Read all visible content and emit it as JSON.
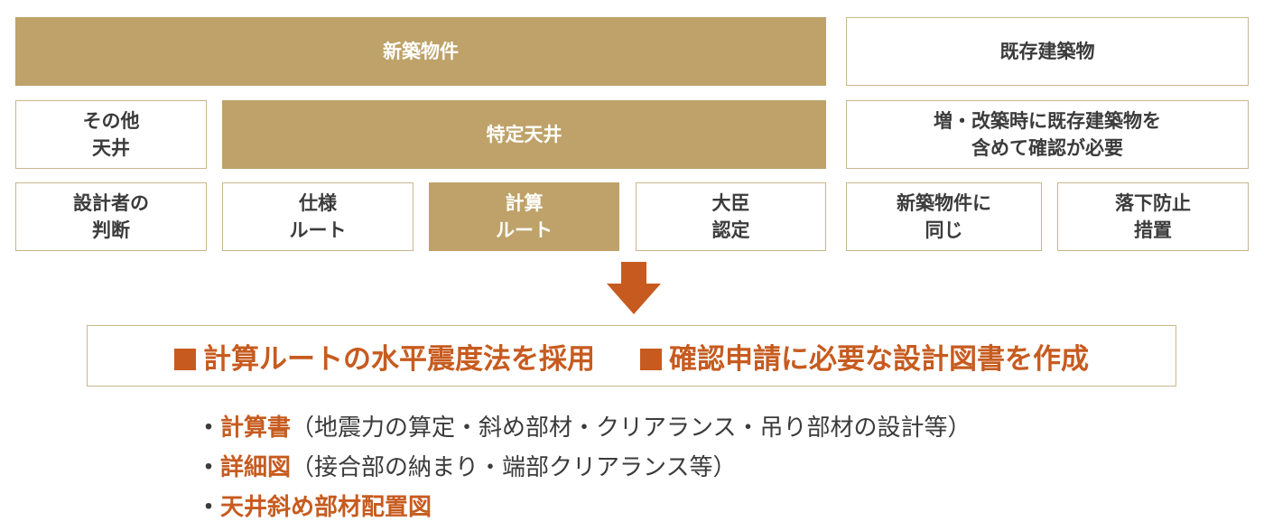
{
  "colors": {
    "gold": "#bea269",
    "gold_border": "#c9b68f",
    "accent": "#c75b1f",
    "text": "#3b3b3b"
  },
  "row1": {
    "new": "新築物件",
    "existing": "既存建築物"
  },
  "row2": {
    "other": "その他\n天井",
    "specified": "特定天井",
    "existing_note": "増・改築時に既存建築物を\n含めて確認が必要"
  },
  "row3": {
    "designer": "設計者の\n判断",
    "spec_route": "仕様\nルート",
    "calc_route": "計算\nルート",
    "minister": "大臣\n認定",
    "same_as_new": "新築物件に\n同じ",
    "fall_prevention": "落下防止\n措置"
  },
  "arrow_icon": "down-arrow-icon",
  "result": {
    "item1": "計算ルートの水平震度法を採用",
    "item2": "確認申請に必要な設計図書を作成"
  },
  "bullets": [
    {
      "dot": "・",
      "highlight": "計算書",
      "rest": "（地震力の算定・斜め部材・クリアランス・吊り部材の設計等）"
    },
    {
      "dot": "・",
      "highlight": "詳細図",
      "rest": "（接合部の納まり・端部クリアランス等）"
    },
    {
      "dot": "・",
      "highlight": "天井斜め部材配置図",
      "rest": ""
    }
  ]
}
